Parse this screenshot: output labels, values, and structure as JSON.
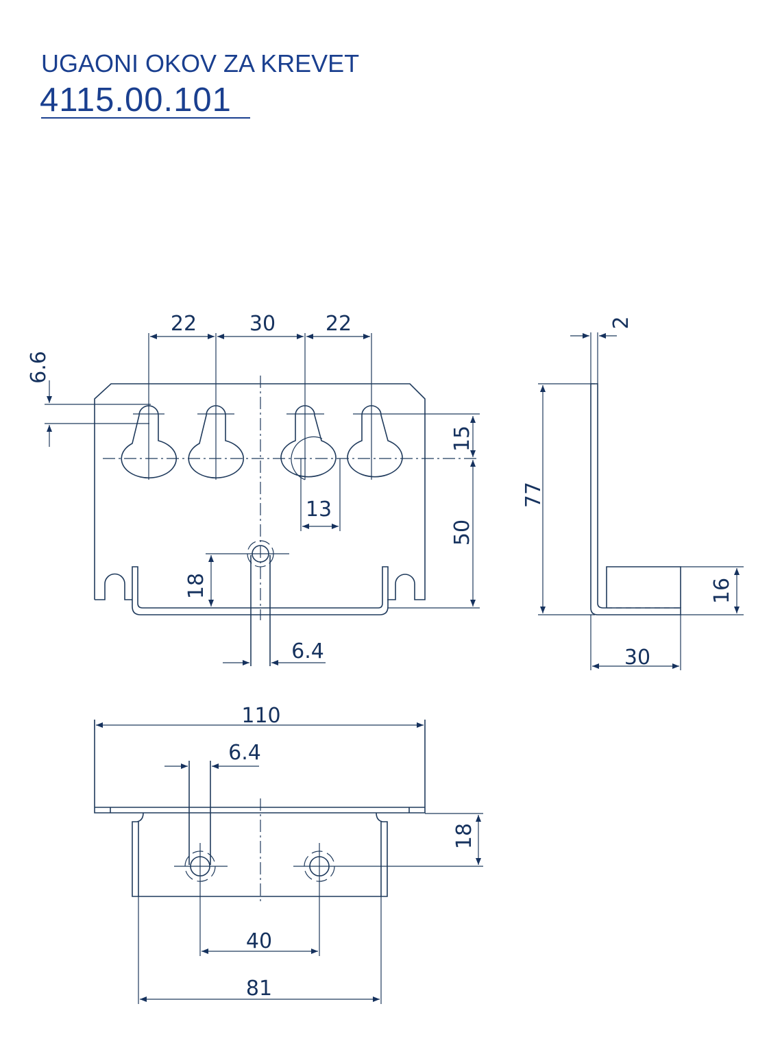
{
  "header": {
    "title": "UGAONI OKOV ZA KREVET",
    "code": "4115.00.101"
  },
  "colors": {
    "title": "#1a3f8f",
    "lines": "#1f3a5c"
  },
  "front_view": {
    "dims": {
      "spacing_left": "22",
      "spacing_center": "30",
      "spacing_right": "22",
      "slot_small": "6.6",
      "keyhole_offset": "15",
      "keyhole_width": "13",
      "height_to_base": "50",
      "hole_height": "18",
      "slot_width": "6.4"
    }
  },
  "side_view": {
    "dims": {
      "thickness": "2",
      "height": "77",
      "flange_height": "16",
      "depth": "30"
    }
  },
  "bottom_view": {
    "dims": {
      "total_width": "110",
      "slot_width": "6.4",
      "hole_offset": "18",
      "hole_spacing": "40",
      "channel_width": "81"
    }
  }
}
